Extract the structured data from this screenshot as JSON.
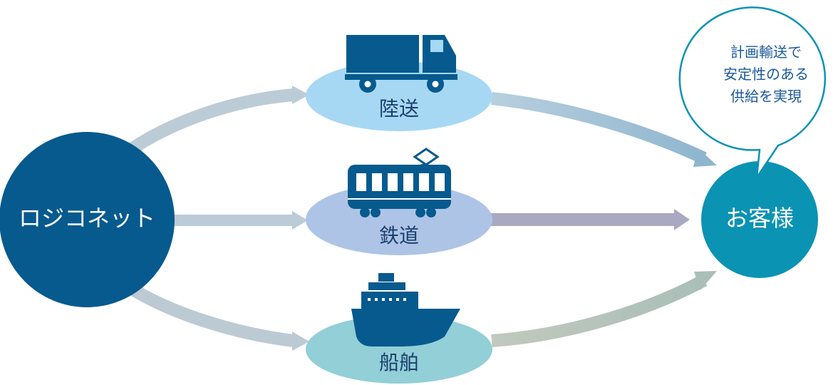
{
  "source": {
    "label": "ロジコネット"
  },
  "destination": {
    "label": "お客様"
  },
  "modes": [
    {
      "label": "陸送",
      "icon": "truck-icon"
    },
    {
      "label": "鉄道",
      "icon": "train-icon"
    },
    {
      "label": "船舶",
      "icon": "ship-icon"
    }
  ],
  "callout": {
    "lines": [
      "計画輸送で",
      "安定性のある",
      "供給を実現"
    ]
  },
  "colors": {
    "source": "#065a8e",
    "destination": "#0a93b3",
    "truck_ellipse": "#a6d8f4",
    "train_ellipse": "#aec4e6",
    "ship_ellipse": "#92cfd6",
    "icon": "#065a8e"
  }
}
